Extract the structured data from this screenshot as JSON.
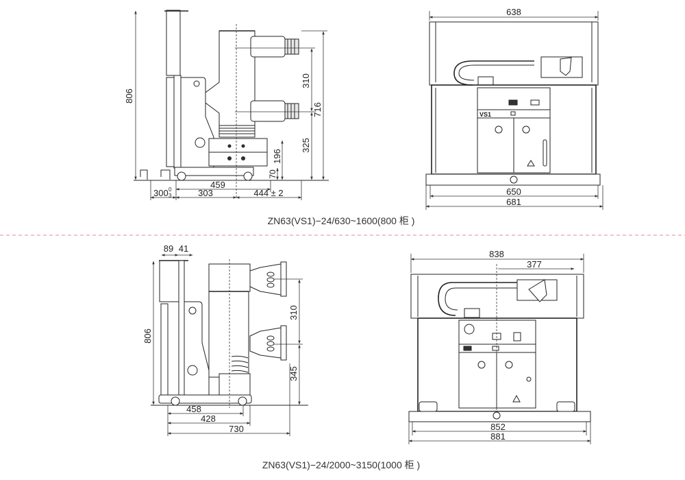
{
  "drawing_800": {
    "caption": "ZN63(VS1)−24/630~1600(800 柜 )",
    "side_view": {
      "height_total": "806",
      "dim_459": "459",
      "dim_300": "300",
      "dim_300_tol_upper": "0",
      "dim_300_tol_lower": "3",
      "dim_303": "303",
      "dim_444": "444 ± 2",
      "dim_310": "310",
      "dim_325": "325",
      "dim_716": "716",
      "dim_196": "196",
      "dim_70": "70"
    },
    "front_view": {
      "width_top": "638",
      "width_650": "650",
      "width_681": "681",
      "panel_label": "VS1"
    }
  },
  "drawing_1000": {
    "caption": "ZN63(VS1)−24/2000~3150(1000 柜 )",
    "side_view": {
      "dim_89": "89",
      "dim_41": "41",
      "height_total": "806",
      "dim_310": "310",
      "dim_345": "345",
      "dim_458": "458",
      "dim_428": "428",
      "dim_730": "730"
    },
    "front_view": {
      "width_838": "838",
      "dim_377": "377",
      "width_852": "852",
      "width_881": "881"
    }
  },
  "colors": {
    "separator": "#e4a3aa",
    "line": "#222222"
  }
}
